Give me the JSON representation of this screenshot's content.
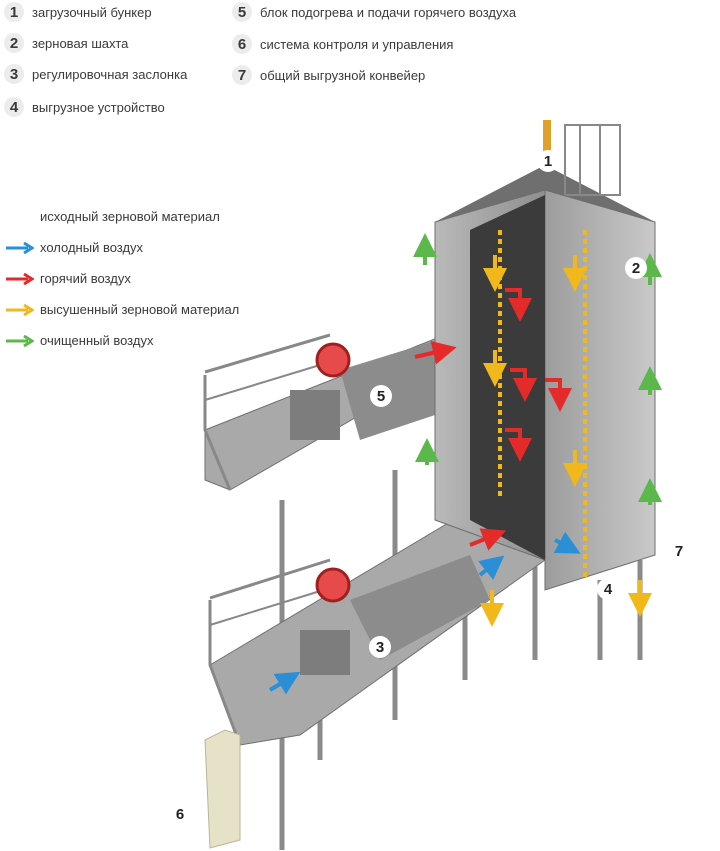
{
  "legend": {
    "items": [
      {
        "num": "1",
        "label": "загрузочный бункер"
      },
      {
        "num": "2",
        "label": "зерновая шахта"
      },
      {
        "num": "3",
        "label": "регулировочная заслонка"
      },
      {
        "num": "4",
        "label": "выгрузное устройство"
      },
      {
        "num": "5",
        "label": "блок подогрева  и подачи горячего воздуха"
      },
      {
        "num": "6",
        "label": "система контроля и управления"
      },
      {
        "num": "7",
        "label": "общий выгрузной конвейер"
      }
    ]
  },
  "flows": {
    "items": [
      {
        "label": "исходный зерновой материал",
        "color": "#ffffff"
      },
      {
        "label": "холодный воздух",
        "color": "#2a8fd6"
      },
      {
        "label": "горячий воздух",
        "color": "#e52a2a"
      },
      {
        "label": "высушенный зерновой материал",
        "color": "#f0b81a"
      },
      {
        "label": "очищенный воздух",
        "color": "#5cb84a"
      }
    ]
  },
  "callouts": [
    "1",
    "2",
    "3",
    "4",
    "5",
    "6",
    "7"
  ]
}
